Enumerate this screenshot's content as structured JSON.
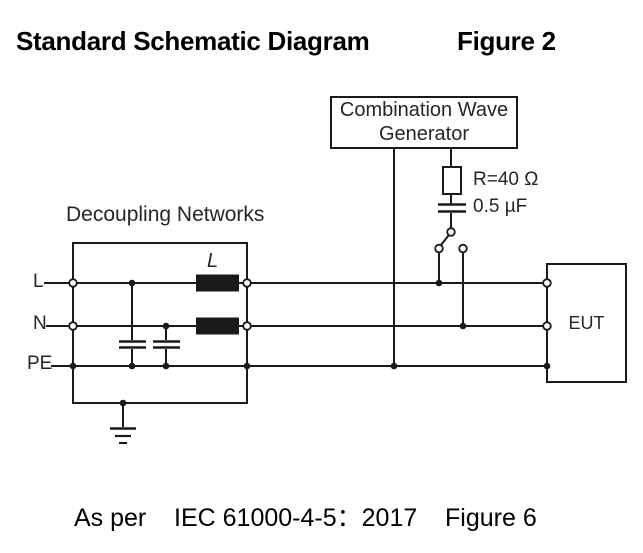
{
  "title": {
    "main": "Standard Schematic Diagram",
    "figure": "Figure 2"
  },
  "generator": {
    "label": "Combination Wave\nGenerator"
  },
  "decoupling": {
    "label": "Decoupling Networks"
  },
  "components": {
    "resistor_label": "R=40 Ω",
    "capacitor_label": "0.5 µF",
    "inductor_label": "L"
  },
  "terminals": {
    "line": "L",
    "neutral": "N",
    "earth": "PE"
  },
  "eut": {
    "label": "EUT"
  },
  "caption": "As per    IEC 61000-4-5：2017    Figure 6",
  "colors": {
    "line": "#1a1a1a",
    "text": "#262626",
    "title": "#000000",
    "background": "#ffffff"
  }
}
